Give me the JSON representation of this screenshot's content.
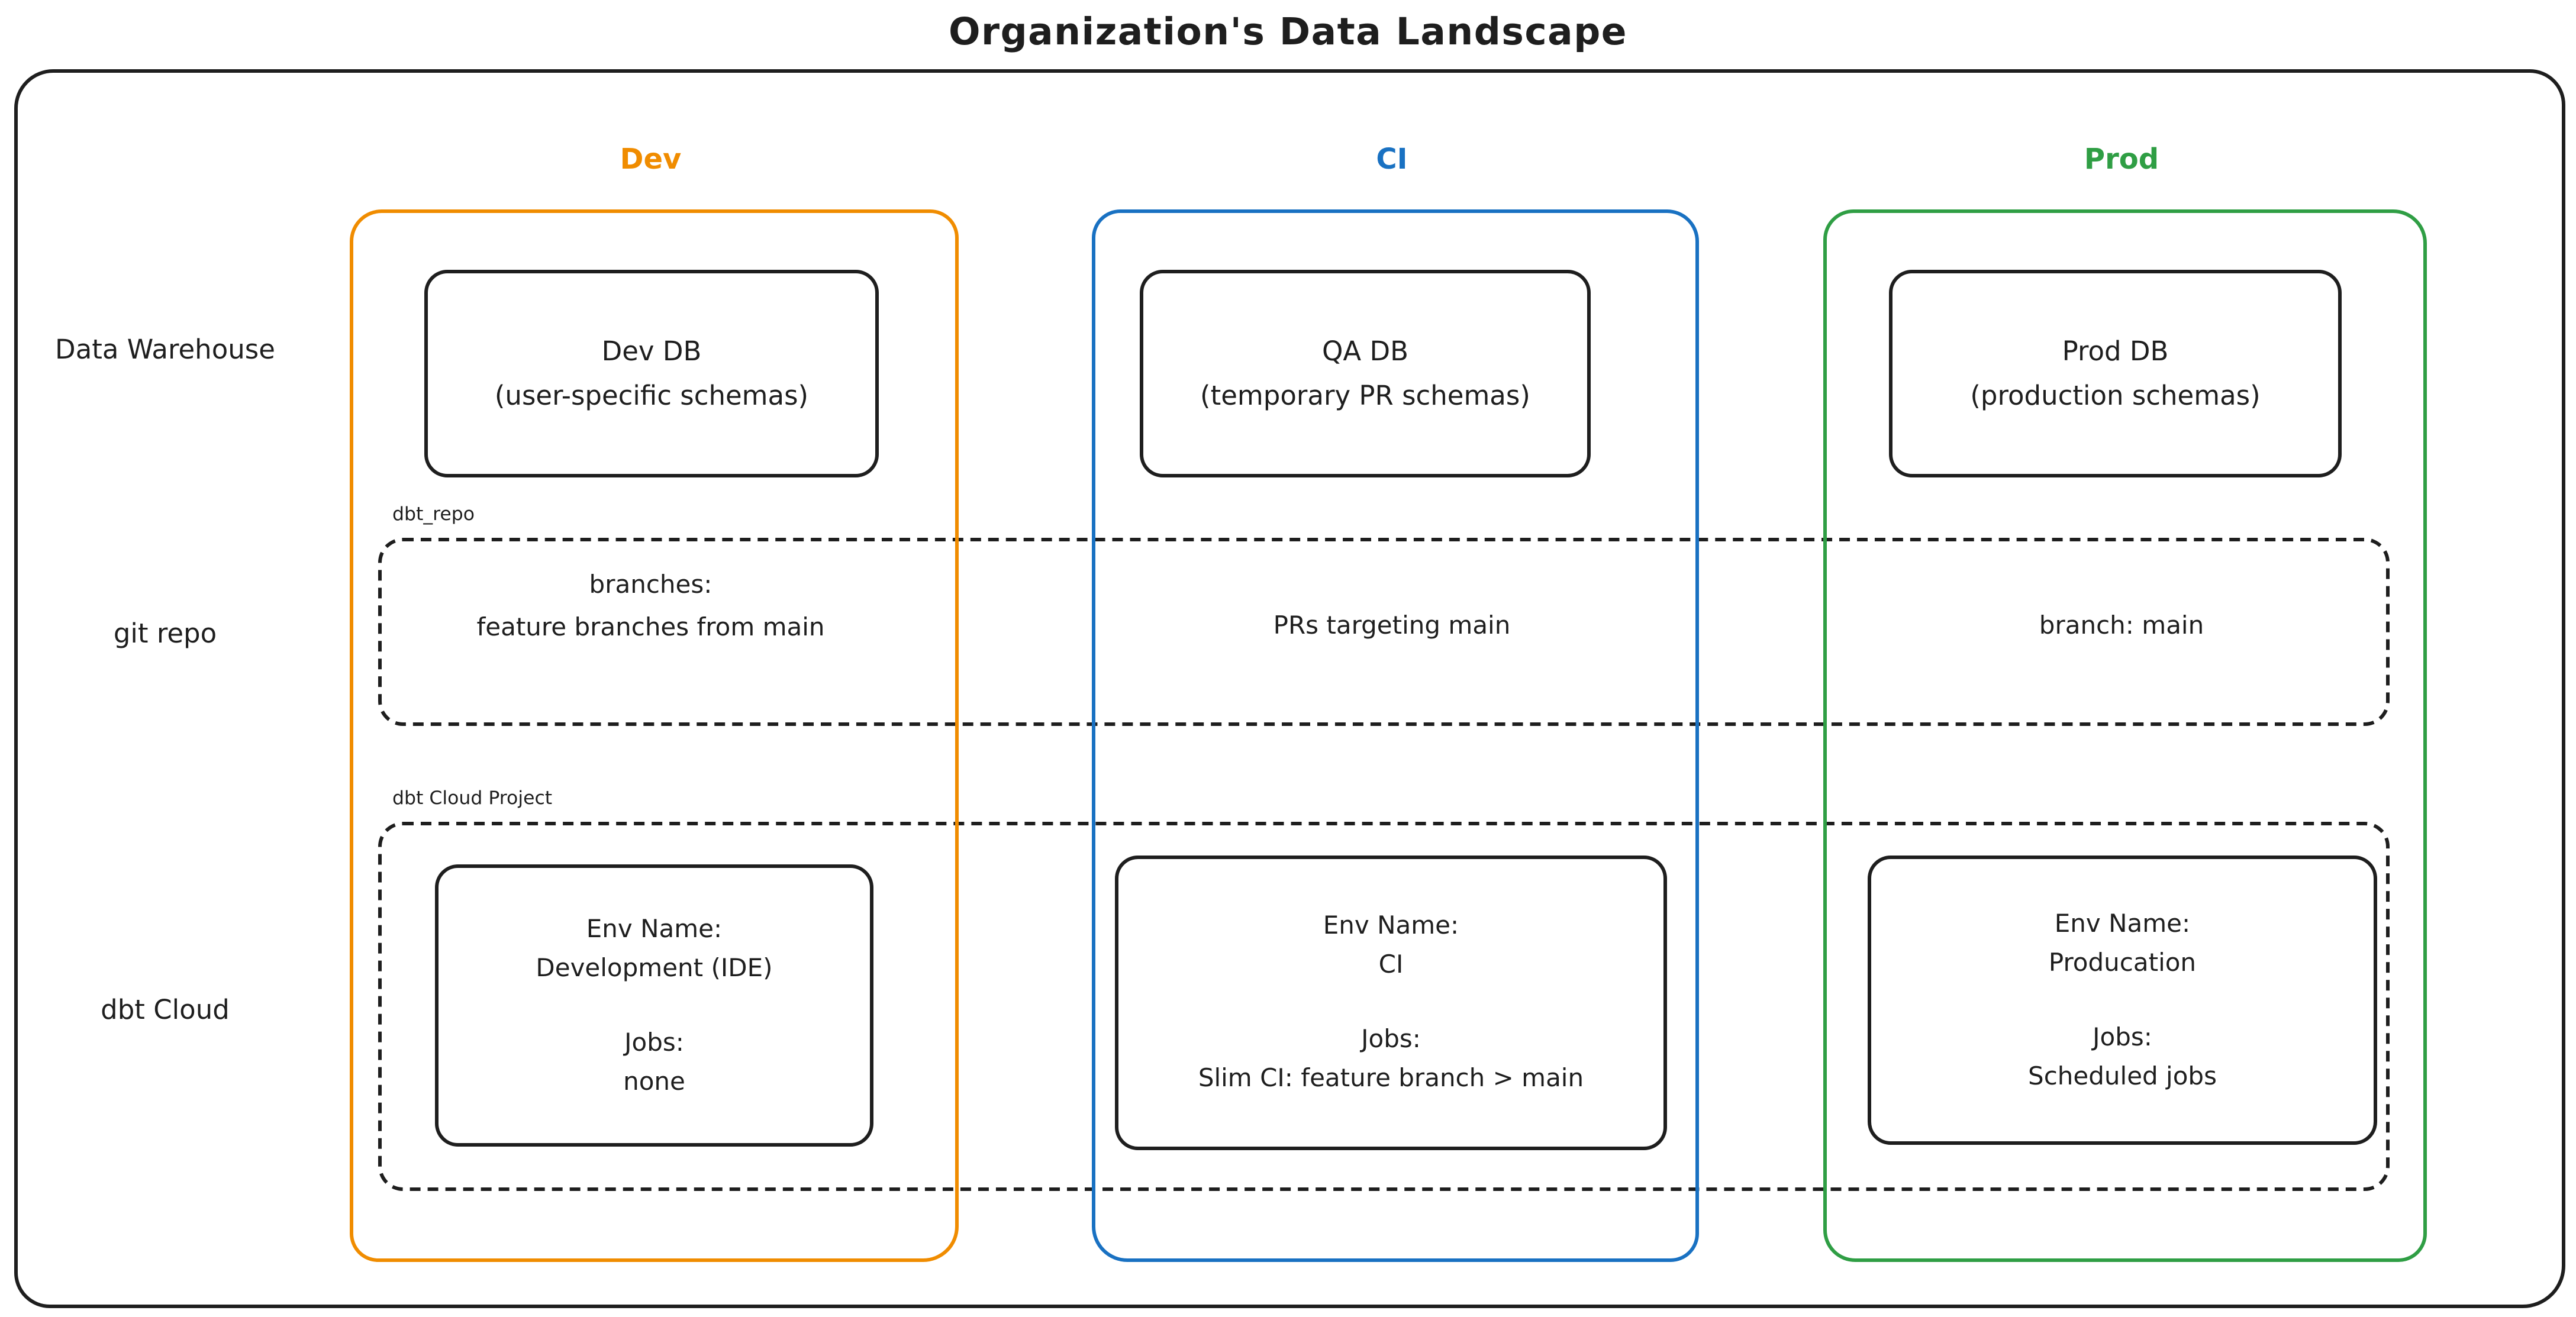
{
  "title": "Organization's Data Landscape",
  "colors": {
    "dev": "#f08c00",
    "ci": "#1971c2",
    "prod": "#2f9e44",
    "ink": "#1e1e1e"
  },
  "rows": [
    {
      "label": "Data Warehouse"
    },
    {
      "label": "git repo"
    },
    {
      "label": "dbt Cloud"
    }
  ],
  "bands": {
    "repo_label": "dbt_repo",
    "project_label": "dbt Cloud Project"
  },
  "columns": [
    {
      "id": "dev",
      "label": "Dev",
      "db": {
        "line1": "Dev DB",
        "line2": "(user-specific schemas)"
      },
      "repo": {
        "line1": "branches:",
        "line2": "feature branches from main"
      },
      "cloud": {
        "env_label": "Env Name:",
        "env_name": "Development (IDE)",
        "jobs_label": "Jobs:",
        "jobs": "none"
      }
    },
    {
      "id": "ci",
      "label": "CI",
      "db": {
        "line1": "QA DB",
        "line2": "(temporary PR schemas)"
      },
      "repo": {
        "line1": "PRs targeting main"
      },
      "cloud": {
        "env_label": "Env Name:",
        "env_name": "CI",
        "jobs_label": "Jobs:",
        "jobs": "Slim CI: feature branch > main"
      }
    },
    {
      "id": "prod",
      "label": "Prod",
      "db": {
        "line1": "Prod DB",
        "line2": "(production schemas)"
      },
      "repo": {
        "line1": "branch: main"
      },
      "cloud": {
        "env_label": "Env Name:",
        "env_name": "Producation",
        "jobs_label": "Jobs:",
        "jobs": "Scheduled jobs"
      }
    }
  ]
}
